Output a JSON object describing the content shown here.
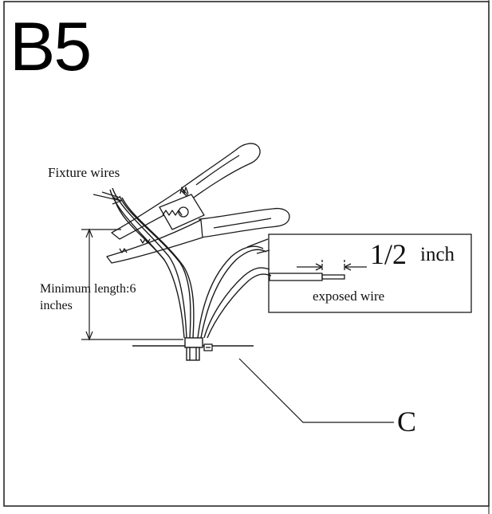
{
  "step_label": "B5",
  "labels": {
    "fixture_wires": "Fixture wires",
    "minimum_length_line1": "Minimum length:6",
    "minimum_length_line2": "inches",
    "strip_fraction": "1/2",
    "strip_unit": "inch",
    "exposed_wire": "exposed wire",
    "callout": "C"
  },
  "colors": {
    "line": "#1a1a1a",
    "background": "#ffffff"
  },
  "icons": [
    "wire-stripper-icon",
    "mounting-strap-icon",
    "screw-terminal-icon"
  ]
}
